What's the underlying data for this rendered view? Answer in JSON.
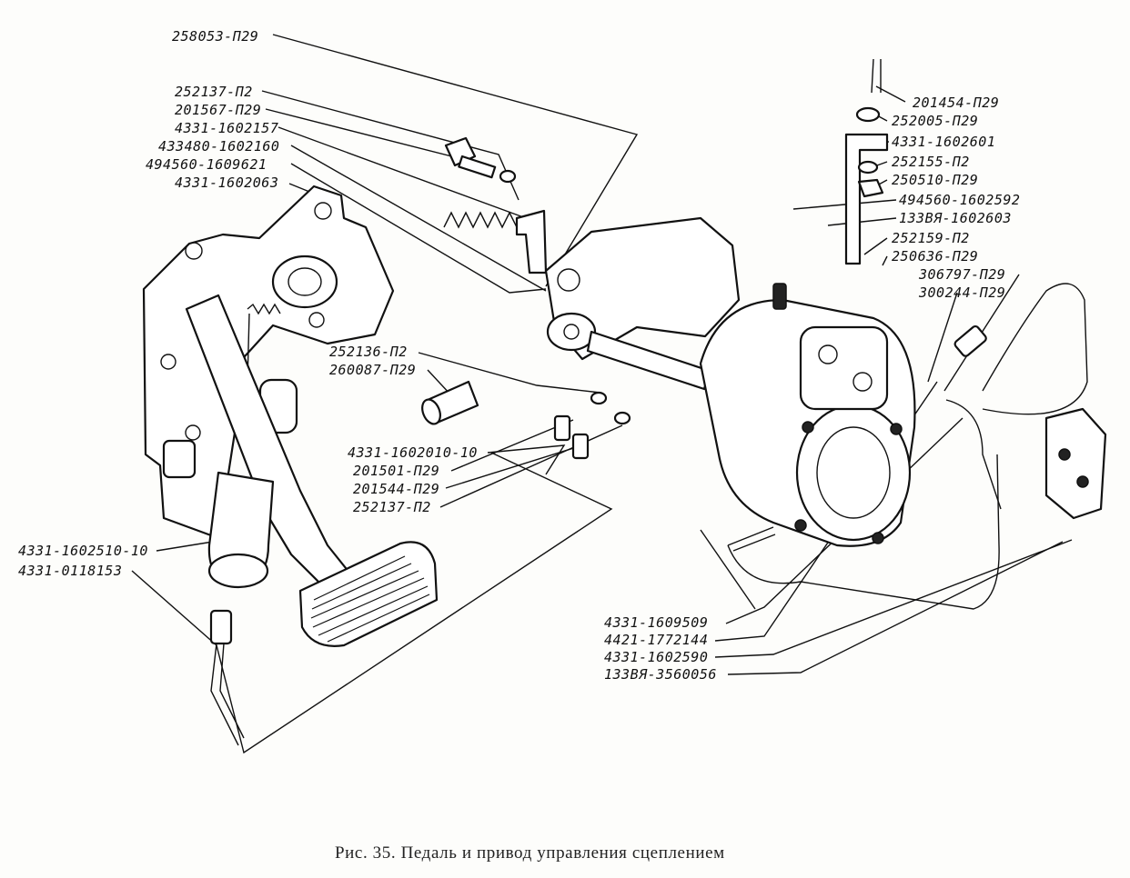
{
  "caption": "Рис. 35. Педаль и привод управления сцеплением",
  "part_labels": [
    "258053-П29",
    "252137-П2",
    "201567-П29",
    "4331-1602157",
    "433480-1602160",
    "494560-1609621",
    "4331-1602063",
    "201454-П29",
    "252005-П29",
    "4331-1602601",
    "252155-П2",
    "250510-П29",
    "494560-1602592",
    "133ВЯ-1602603",
    "252159-П2",
    "250636-П29",
    "306797-П29",
    "300244-П29",
    "252136-П2",
    "260087-П29",
    "4331-1602010-10",
    "201501-П29",
    "201544-П29",
    "252137-П2",
    "4331-1602510-10",
    "4331-0118153",
    "4331-1609509",
    "4421-1772144",
    "4331-1602590",
    "133ВЯ-3560056"
  ]
}
